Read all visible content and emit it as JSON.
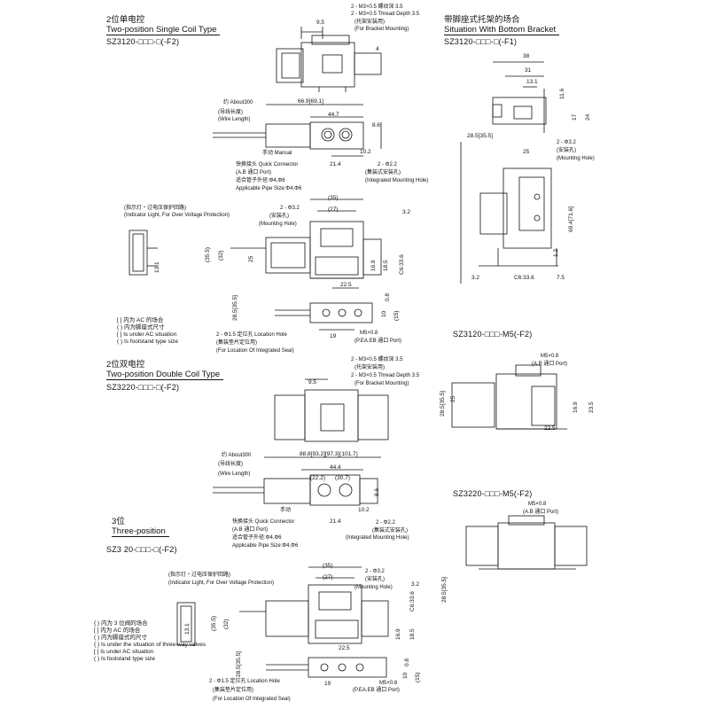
{
  "sections": {
    "single": {
      "cn": "2位单电控",
      "en": "Two-position Single Coil Type",
      "model": "SZ3120-□□□-□(-F2)"
    },
    "bracket": {
      "cn": "带脚座式托架的场合",
      "en": "Situation With Bottom Bracket",
      "model": "SZ3120-□□□-□(-F1)"
    },
    "double": {
      "cn": "2位双电控",
      "en": "Two-position Double Coil Type",
      "model": "SZ3220-□□□-□(-F2)"
    },
    "three": {
      "cn": "3位",
      "en": "Three-position",
      "model": "SZ3 20-□□□-□(-F2)"
    }
  },
  "models_right": {
    "m5_single": "SZ3120-□□□-M5(-F2)",
    "m5_double": "SZ3220-□□□-M5(-F2)"
  },
  "labels": {
    "thread1": "2 - M3×0.5 螺纹深 3.5",
    "thread2": "2 - M3×0.5 Thread Depth 3.5",
    "bracket_cn": "(托架安装用)",
    "bracket_en": "(For Bracket Mounting)",
    "wire_cn": "约 About300",
    "wire_len_cn": "(导线长度)",
    "wire_len_en": "(Wire Length)",
    "manual": "手动 Manual",
    "manual_cn": "手动",
    "quick_conn": "快换接头 Quick Connector",
    "ab_port": "(A.B 通口 Port)",
    "pipe_cn": "适合管子外径:Φ4,Φ6",
    "pipe_en": "Applicable Pipe Size:Φ4,Φ6",
    "mount_hole_2": "2 - Φ2.2",
    "int_mount_cn": "(集装式安装孔)",
    "int_mount_en": "(Integrated Mounting Hole)",
    "indicator_cn": "(指示灯・过电压保护回路)",
    "indicator_en": "(Indicator Light, For Over Voltage Protection)",
    "mount_32": "2 - Φ3.2",
    "mount_cn": "(安装孔)",
    "mount_en": "(Mounting Hole)",
    "loc_hole": "2 - Φ1.5 定位孔 Location Hole",
    "loc_cn": "(集装垫片定位用)",
    "loc_en": "(For Location Of Integrated Seal)",
    "m5": "M5×0.8",
    "pea": "(P.EA.EB 通口 Port)",
    "ab_port_cn": "(A.B 通口 Port)",
    "note1": "[ ] 内为 AC 的场合",
    "note2": "( ) 内为脚座式尺寸",
    "note3": "[ ] Is under AC situation",
    "note4": "( ) Is footstand type size",
    "tnote1": "{ } 内为 3 位阀的场合",
    "tnote2": "[ ] 内为 AC 的场合",
    "tnote3": "( ) 内为脚座式的尺寸",
    "tnote4": "{ } Is under the situation of three-way valves",
    "tnote5": "[ ] Is under AC situation",
    "tnote6": "( ) Is footstand type size"
  },
  "dims": {
    "d95": "9.5",
    "d4": "4",
    "d669": "66.9[69.1]",
    "d447": "44.7",
    "d86": "8.6",
    "d214": "21.4",
    "d102": "10.2",
    "d35": "(35)",
    "d27": "(27)",
    "d32": "3.2",
    "d355": "(35.5)",
    "d32p": "(32)",
    "d25": "25",
    "d131": "13.1",
    "d169": "16.9",
    "d185": "18.5",
    "d336": "C6:33.6",
    "d225": "22.5",
    "d285": "28.5[35.5]",
    "d08": "0.8",
    "d10": "10",
    "d15": "(15)",
    "d19": "19",
    "b38": "38",
    "b31": "31",
    "b131": "13.1",
    "b116": "11.6",
    "b17": "17",
    "b24": "24",
    "b285": "28.5[35.5]",
    "b25": "25",
    "b694": "69.4[71.6]",
    "b12": "1.2",
    "b32": "3.2",
    "b336": "C6:33.6",
    "b75": "7.5",
    "m169": "16.9",
    "m235": "23.5",
    "m225": "22.5",
    "m285": "28.5[35.5]",
    "m25": "25",
    "dd888": "88.8[93.2][97.3](101.7)",
    "dd444": "44.4",
    "dd222": "(22.2)",
    "dd307": "(30.7)",
    "dd86": "8.6",
    "dd214": "21.4",
    "dd102": "10.2"
  },
  "colors": {
    "ink": "#111111",
    "paper": "#ffffff"
  }
}
